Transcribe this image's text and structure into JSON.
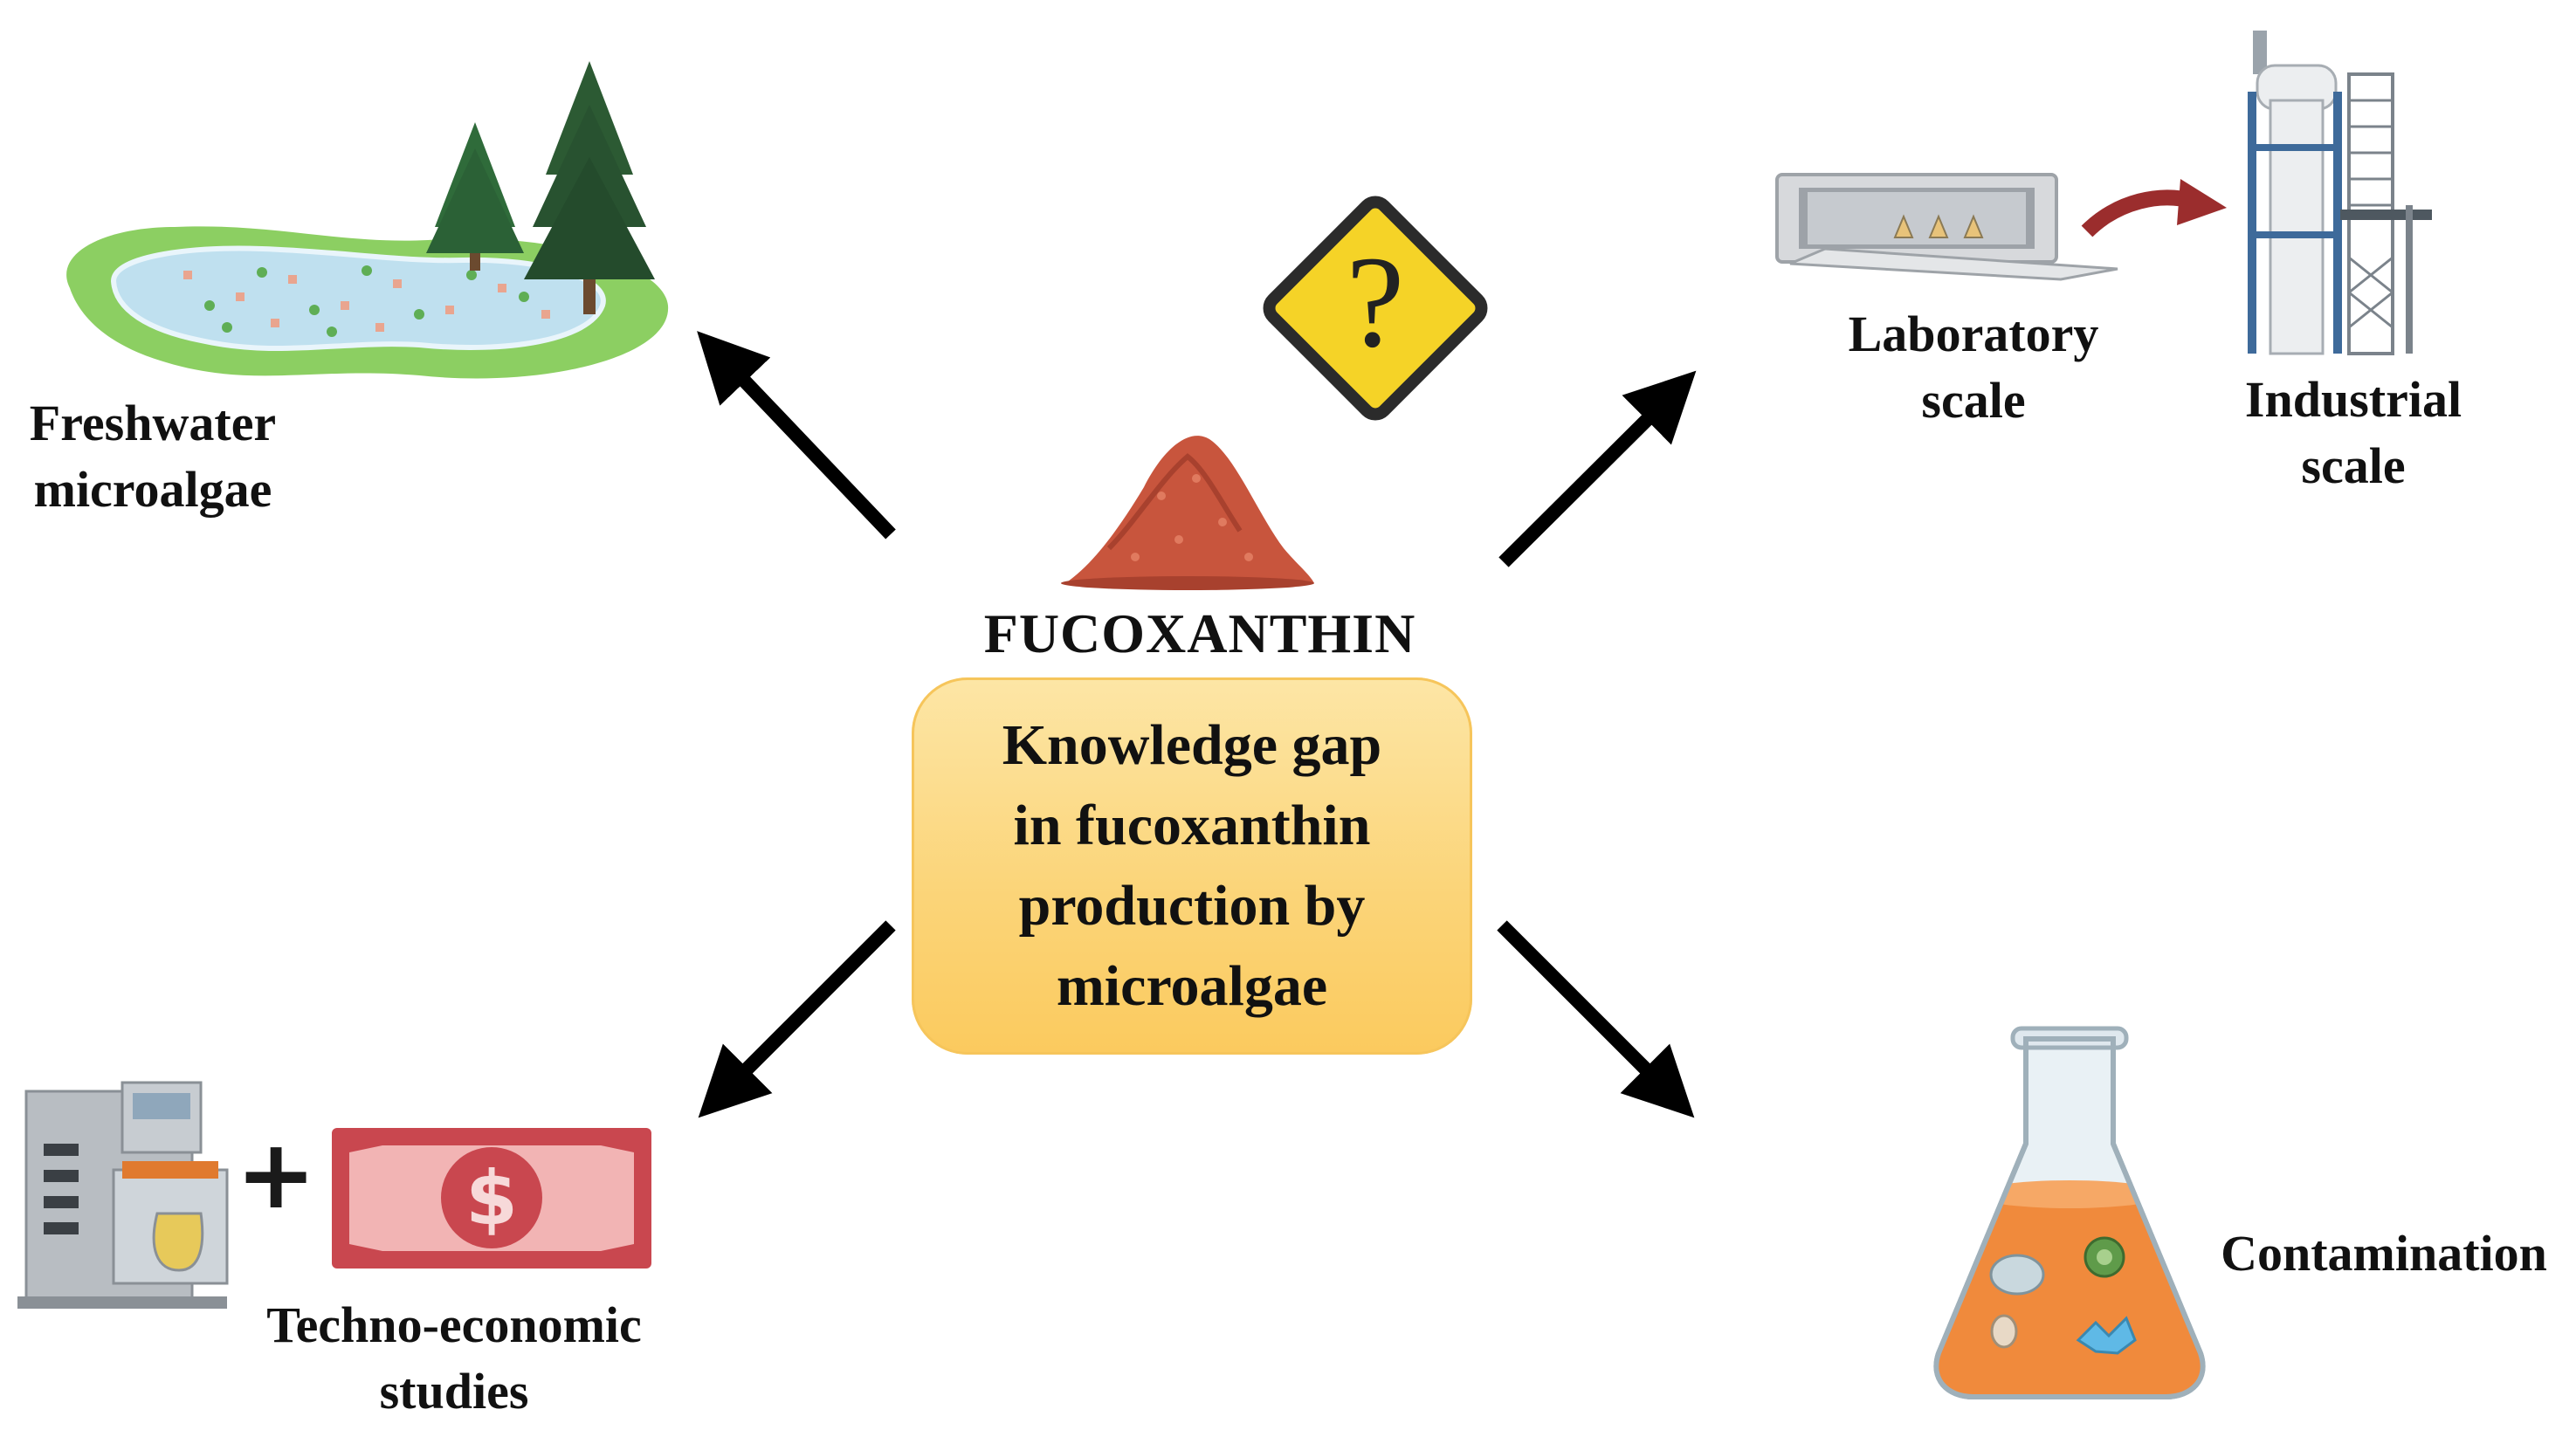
{
  "center": {
    "title": "FUCOXANTHIN",
    "box_lines": [
      "Knowledge gap",
      "in fucoxanthin",
      "production by",
      "microalgae"
    ]
  },
  "nodes": {
    "freshwater": {
      "lines": [
        "Freshwater",
        "microalgae"
      ],
      "icon": "pond-with-trees-icon"
    },
    "laboratory": {
      "lines": [
        "Laboratory",
        "scale"
      ],
      "icon": "laboratory-incubator-icon"
    },
    "industrial": {
      "lines": [
        "Industrial",
        "scale"
      ],
      "icon": "industrial-tower-icon"
    },
    "techno": {
      "lines": [
        "Techno-economic",
        "studies"
      ],
      "icon": "bioreactor-and-money-icon",
      "plus": "+",
      "currency_symbol": "$"
    },
    "contamination": {
      "lines": [
        "Contamination"
      ],
      "icon": "contaminated-flask-icon"
    }
  },
  "question_sign": {
    "symbol": "?",
    "icon": "question-warning-sign-icon"
  },
  "colors": {
    "box_fill": "#fbd57a",
    "pigment": "#c8553d",
    "sign_yellow": "#f5d327",
    "money_red": "#c9474f",
    "flask_liquid": "#f08a3c",
    "scale_arrow": "#9b2d2d",
    "arrow": "#000000"
  }
}
